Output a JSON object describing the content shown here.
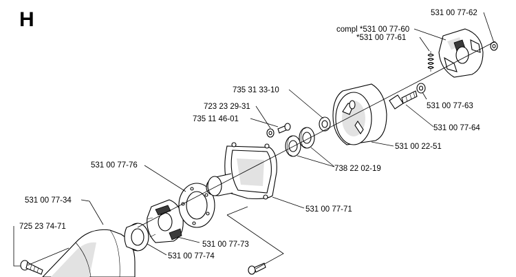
{
  "section_letter": "H",
  "labels": {
    "clutch_complete_top": "531 00 77-62",
    "clutch_complete": "compl *531 00 77-60",
    "clutch_spring": "*531 00 77-61",
    "thrust_washer_top": "735 31 33-10",
    "washer_small": "723 23 29-31",
    "screw_small": "735 11 46-01",
    "clutch_drum": "531 00 22-51",
    "washer_right": "531 00 77-63",
    "shoulder_bolt": "531 00 77-64",
    "bearings": "738 22 02-19",
    "vibration_damper_ring": "531 00 77-76",
    "shaft_housing_cover": "531 00 77-34",
    "screw_left": "725 23 74-71",
    "clutch_housing": "531 00 77-71",
    "coupling": "531 00 77-73",
    "bushing": "531 00 77-74"
  }
}
